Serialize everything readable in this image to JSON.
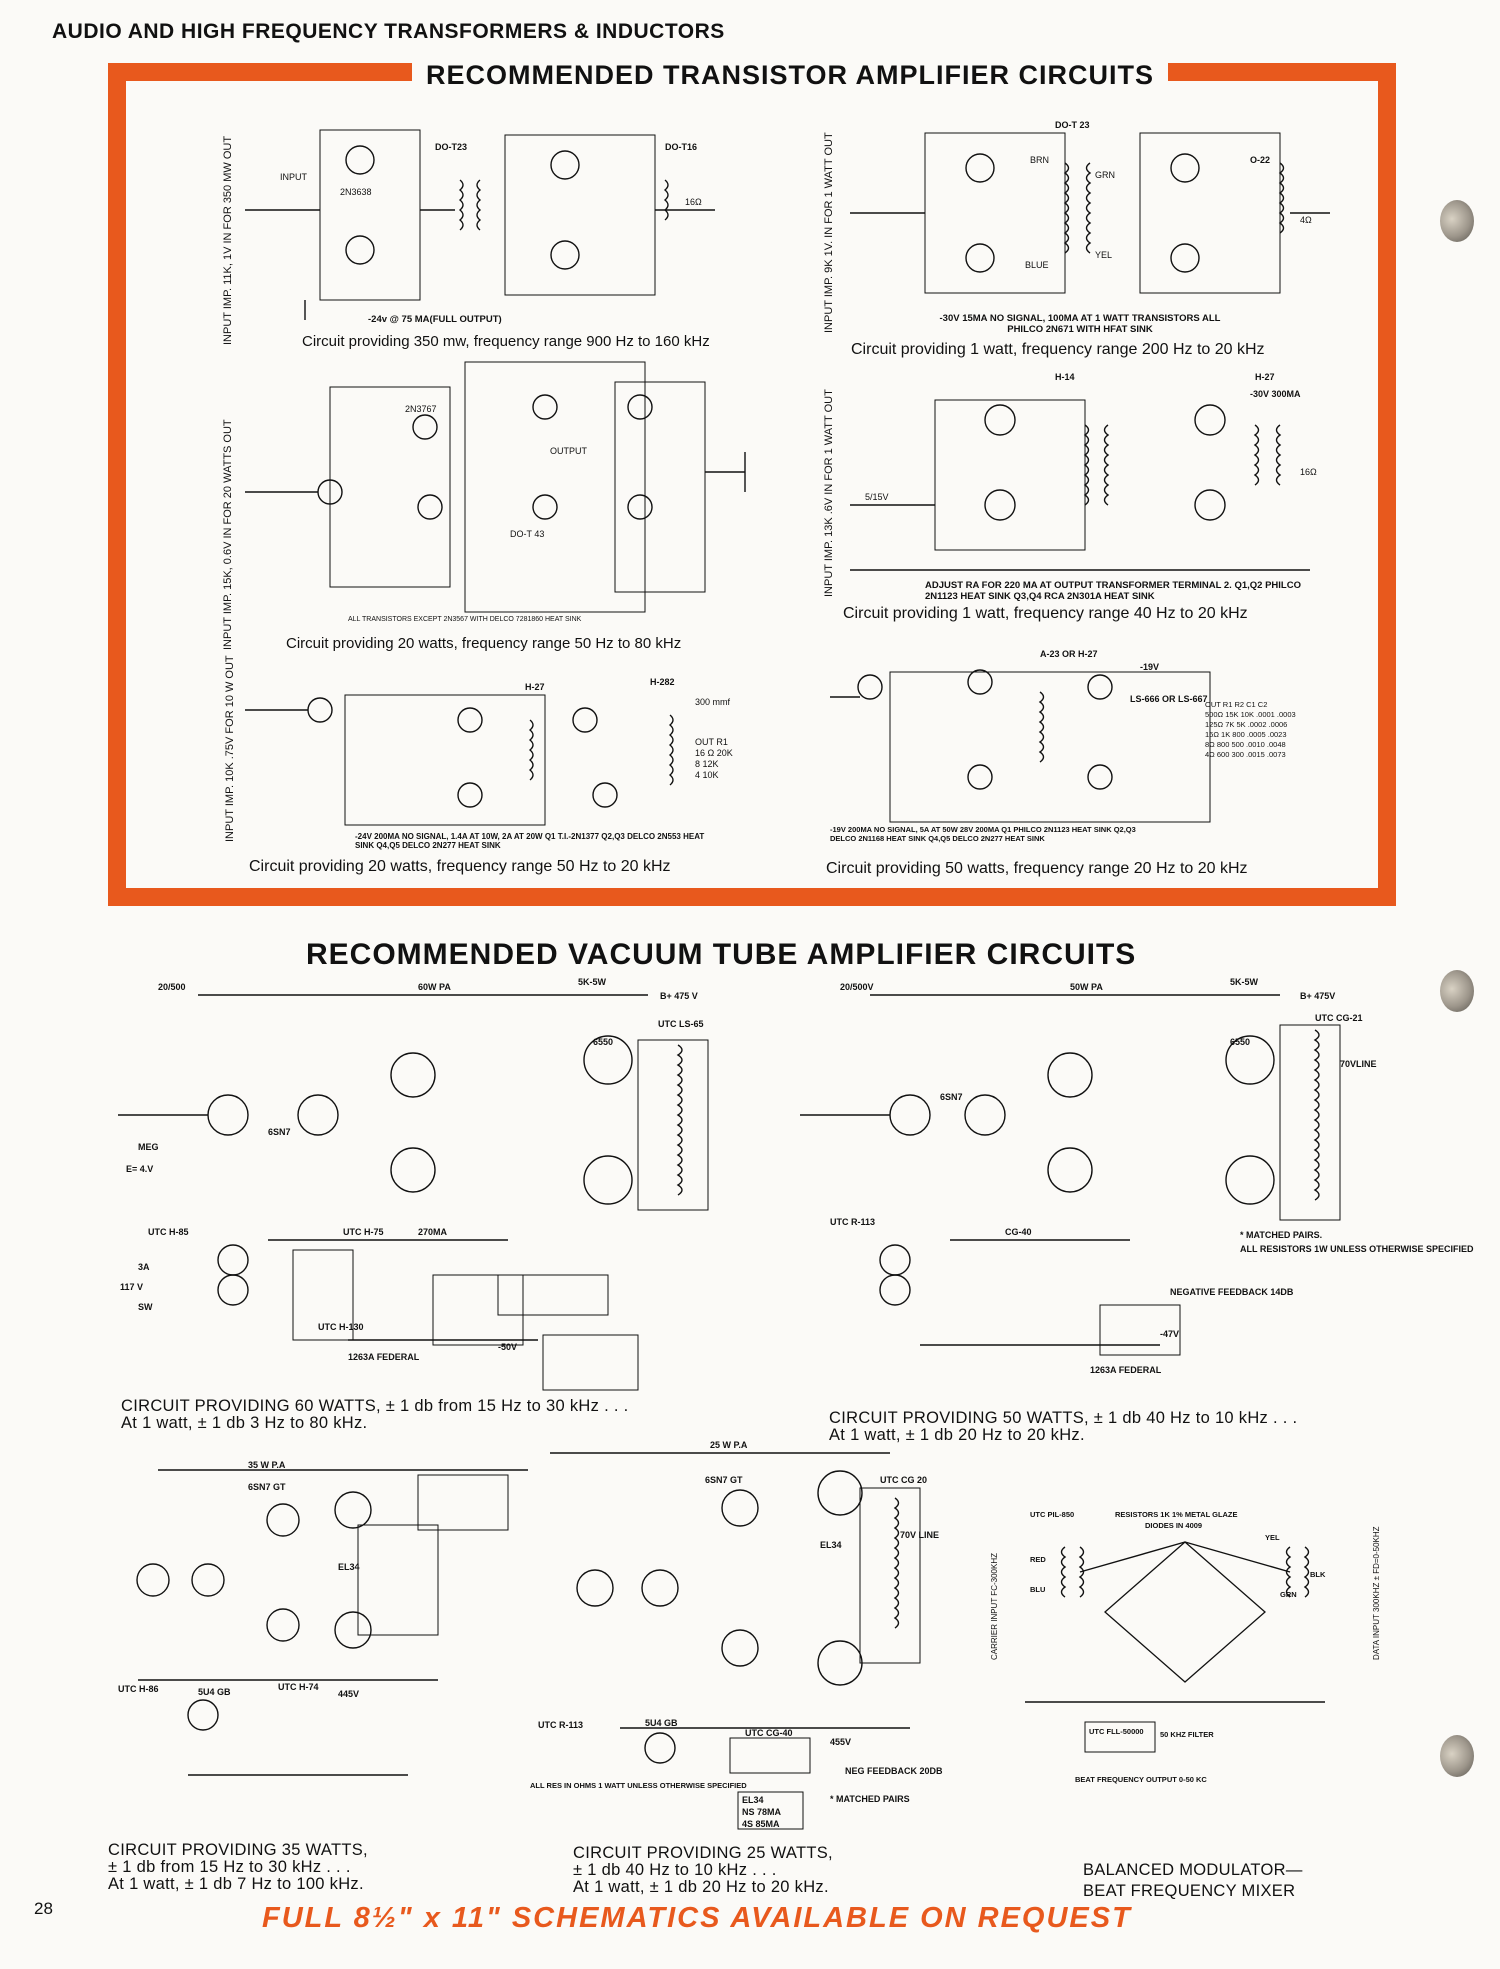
{
  "header": "AUDIO AND HIGH FREQUENCY TRANSFORMERS & INDUCTORS",
  "transistor_section": {
    "title": "RECOMMENDED TRANSISTOR AMPLIFIER CIRCUITS",
    "circuits": [
      {
        "side": "INPUT IMP. 11K, 1V IN FOR 350 MW OUT",
        "note": "-24v @ 75 MA(FULL OUTPUT)",
        "caption": "Circuit providing 350 mw, frequency range 900 Hz to 160 kHz",
        "labels": [
          "DO-T23",
          "DO-T16",
          "2N3638",
          "INPUT",
          "16Ω"
        ]
      },
      {
        "side": "INPUT IMP. 9K 1V. IN FOR 1 WATT OUT",
        "note": "-30V 15MA NO SIGNAL, 100MA AT 1 WATT   TRANSISTORS ALL PHILCO 2N671 WITH HFAT SINK",
        "caption": "Circuit providing 1 watt, frequency range 200 Hz to 20 kHz",
        "labels": [
          "DO-T 23",
          "O-22",
          "4Ω",
          "BRN",
          "GRN",
          "BLUE",
          "YEL"
        ]
      },
      {
        "side": "INPUT IMP. 15K, 0.6V IN FOR 20 WATTS OUT",
        "note": "ALL TRANSISTORS EXCEPT 2N3567 WITH DELCO 7281860 HEAT SINK",
        "caption": "Circuit providing 20 watts, frequency range 50 Hz to 80 kHz",
        "labels": [
          "DO-T 43",
          "OUTPUT",
          "2N3767"
        ]
      },
      {
        "side": "INPUT IMP. 13K .6V IN FOR 1 WATT OUT",
        "note": "ADJUST RA FOR 220 MA AT OUTPUT TRANSFORMER TERMINAL 2.   Q1,Q2 PHILCO 2N1123 HEAT SINK  Q3,Q4 RCA 2N301A HEAT SINK",
        "caption": "Circuit providing 1 watt, frequency range 40 Hz to 20 kHz",
        "labels": [
          "H-14",
          "H-27",
          "-30V 300MA",
          "16Ω",
          "5/15V"
        ]
      },
      {
        "side": "INPUT IMP. 10K .75V FOR 10 W OUT",
        "note": "-24V 200MA NO SIGNAL, 1.4A AT 10W, 2A AT 20W   Q1 T.I.-2N1377  Q2,Q3 DELCO 2N553 HEAT SINK  Q4,Q5 DELCO 2N277 HEAT SINK",
        "caption": "Circuit providing 20 watts, frequency range 50 Hz to 20 kHz",
        "labels": [
          "H-27",
          "H-282",
          "300 mmf",
          "OUT R1",
          "16 Ω 20K",
          "8 12K",
          "4 10K"
        ]
      },
      {
        "side": "",
        "note": "-19V 200MA NO SIGNAL, 5A AT 50W  28V 200MA   Q1 PHILCO 2N1123 HEAT SINK  Q2,Q3 DELCO 2N1168 HEAT SINK  Q4,Q5 DELCO 2N277 HEAT SINK",
        "caption": "Circuit providing 50 watts, frequency range 20 Hz to 20 kHz",
        "labels": [
          "A-23 OR H-27",
          "-19V",
          "LS-666 OR LS-667",
          "OUT R1 R2 C1 C2",
          "500Ω 15K 10K .0001 .0003",
          "125Ω 7K 5K .0002 .0006",
          "16Ω 1K 800 .0005 .0023",
          "8Ω 800 500 .0010 .0048",
          "4Ω 600 300 .0015 .0073"
        ]
      }
    ]
  },
  "tube_section": {
    "title": "RECOMMENDED VACUUM TUBE AMPLIFIER CIRCUITS",
    "circuits": [
      {
        "caption_1": "CIRCUIT PROVIDING 60 WATTS, ± 1 db from 15 Hz to 30 kHz . . .",
        "caption_2": "At 1 watt, ± 1 db 3 Hz to 80 kHz.",
        "labels": [
          "20/500",
          "60W PA",
          "5K-5W",
          "B+ 475 V",
          "UTC LS-65",
          "6550",
          "6SN7",
          "UTC H-85",
          "UTC H-75",
          "270MA",
          "UTC H-130",
          "1263A FEDERAL",
          "-50V",
          "117 V",
          "3A",
          "SW",
          "MEG",
          "E= 4.V"
        ]
      },
      {
        "caption_1": "CIRCUIT PROVIDING 50 WATTS, ± 1 db 40 Hz to 10 kHz . . .",
        "caption_2": "At 1 watt, ± 1 db 20 Hz to 20 kHz.",
        "labels": [
          "20/500V",
          "50W PA",
          "5K-5W",
          "B+ 475V",
          "UTC CG-21",
          "70VLINE",
          "6550",
          "6SN7",
          "UTC R-113",
          "CG-40",
          "NEGATIVE FEEDBACK 14DB",
          "* MATCHED PAIRS.",
          "ALL RESISTORS 1W UNLESS OTHERWISE SPECIFIED",
          "-47V",
          "1263A FEDERAL"
        ]
      },
      {
        "caption_1": "CIRCUIT PROVIDING 35 WATTS,",
        "caption_2": "± 1 db from 15 Hz to 30 kHz . . .",
        "caption_3": "At 1 watt, ± 1 db 7 Hz to 100 kHz.",
        "labels": [
          "35 W P.A",
          "6SN7 GT",
          "EL34",
          "UTC H-86",
          "5U4 GB",
          "445V",
          "UTC H-74"
        ]
      },
      {
        "caption_1": "CIRCUIT PROVIDING 25 WATTS,",
        "caption_2": "± 1 db 40 Hz to 10 kHz . . .",
        "caption_3": "At 1 watt, ± 1 db 20 Hz to 20 kHz.",
        "labels": [
          "25 W P.A",
          "6SN7 GT",
          "EL34",
          "UTC CG 20",
          "70V LINE",
          "UTC R-113",
          "5U4 GB",
          "UTC CG-40",
          "455V",
          "NEG FEEDBACK 20DB",
          "* MATCHED PAIRS",
          "ALL RES IN OHMS 1 WATT UNLESS OTHERWISE SPECIFIED",
          "EL34",
          "NS 78MA",
          "4S 85MA"
        ]
      },
      {
        "caption_1": "BALANCED MODULATOR—",
        "caption_2": "BEAT FREQUENCY MIXER",
        "labels": [
          "UTC PIL-850",
          "RESISTORS 1K 1% METAL GLAZE",
          "DIODES IN 4009",
          "YEL",
          "RED",
          "BLU",
          "BLK",
          "GRN",
          "UTC FLL-50000",
          "50 KHZ FILTER",
          "BEAT FREQUENCY OUTPUT 0-50 KC",
          "CARRIER INPUT FC-300KHZ",
          "DATA INPUT 300KHZ ± FD=0-50KHZ"
        ]
      }
    ]
  },
  "page_number": "28",
  "footer": "FULL 8½\" x 11\" SCHEMATICS AVAILABLE ON REQUEST"
}
